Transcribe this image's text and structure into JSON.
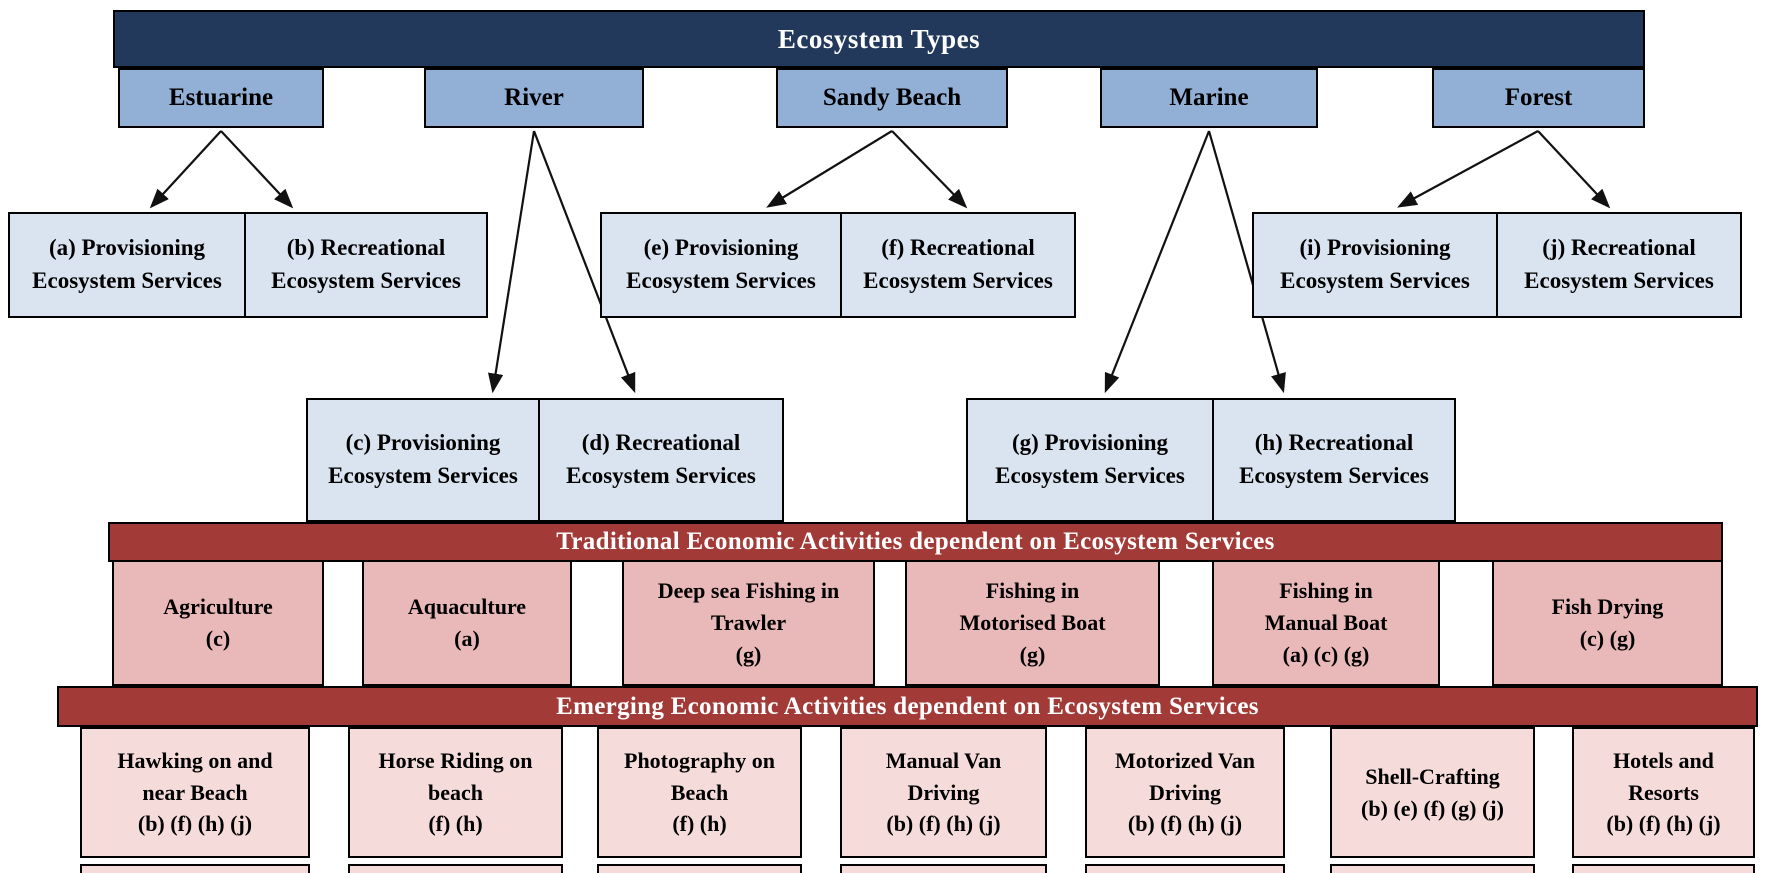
{
  "title": "Ecosystem Types",
  "ecosystem_types": [
    {
      "label": "Estuarine"
    },
    {
      "label": "River"
    },
    {
      "label": "Sandy Beach"
    },
    {
      "label": "Marine"
    },
    {
      "label": "Forest"
    }
  ],
  "ecosystem_services": [
    {
      "label": "(a) Provisioning Ecosystem Services"
    },
    {
      "label": "(b) Recreational Ecosystem Services"
    },
    {
      "label": "(c) Provisioning Ecosystem Services"
    },
    {
      "label": "(d) Recreational Ecosystem Services"
    },
    {
      "label": "(e) Provisioning Ecosystem Services"
    },
    {
      "label": "(f) Recreational Ecosystem Services"
    },
    {
      "label": "(g) Provisioning Ecosystem Services"
    },
    {
      "label": "(h) Recreational Ecosystem Services"
    },
    {
      "label": "(i) Provisioning Ecosystem Services"
    },
    {
      "label": "(j) Recreational Ecosystem Services"
    }
  ],
  "traditional": {
    "title": "Traditional Economic Activities dependent on Ecosystem Services",
    "items": [
      {
        "name": "Agriculture",
        "codes": "(c)"
      },
      {
        "name": "Aquaculture",
        "codes": "(a)"
      },
      {
        "name": "Deep sea Fishing in Trawler",
        "codes": "(g)"
      },
      {
        "name": "Fishing in Motorised Boat",
        "codes": "(g)"
      },
      {
        "name": "Fishing in Manual Boat",
        "codes": "(a) (c) (g)"
      },
      {
        "name": "Fish Drying",
        "codes": "(c) (g)"
      }
    ]
  },
  "emerging": {
    "title": "Emerging Economic Activities dependent on Ecosystem Services",
    "items": [
      {
        "name": "Hawking on and near Beach",
        "codes": "(b) (f) (h) (j)"
      },
      {
        "name": "Horse Riding on beach",
        "codes": "(f) (h)"
      },
      {
        "name": "Photography on Beach",
        "codes": "(f) (h)"
      },
      {
        "name": "Manual Van Driving",
        "codes": "(b) (f) (h) (j)"
      },
      {
        "name": "Motorized Van Driving",
        "codes": "(b) (f) (h) (j)"
      },
      {
        "name": "Shell-Crafting",
        "codes": "(b) (e) (f) (g) (j)"
      },
      {
        "name": "Hotels and Resorts",
        "codes": "(b) (f) (h) (j)"
      }
    ]
  },
  "colors": {
    "header_navy": "#22395C",
    "type_blue": "#92AFD6",
    "service_blue": "#DAE3F0",
    "bar_red": "#A23B38",
    "traditional_pink": "#E9B8B8",
    "emerging_pink": "#F5DCDA"
  }
}
